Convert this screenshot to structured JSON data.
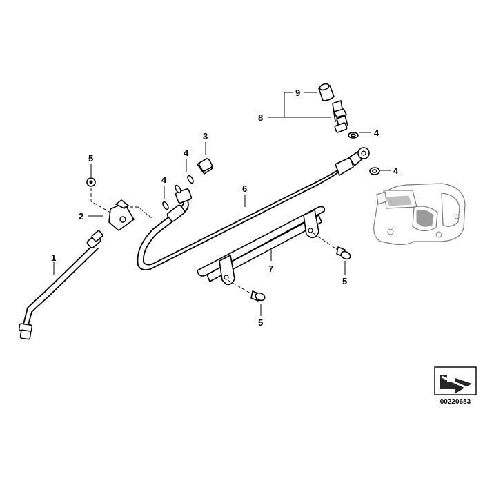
{
  "callouts": {
    "c1": "1",
    "c2": "2",
    "c3": "3",
    "c4a": "4",
    "c4b": "4",
    "c4c": "4",
    "c4d": "4",
    "c5a": "5",
    "c5b": "5",
    "c5c": "5",
    "c6": "6",
    "c7": "7",
    "c8": "8",
    "c9": "9"
  },
  "reference": {
    "number": "00220683"
  },
  "colors": {
    "line": "#000000",
    "caliper_outline": "#7a7a7a",
    "caliper_shade": "#4a4a4a"
  }
}
